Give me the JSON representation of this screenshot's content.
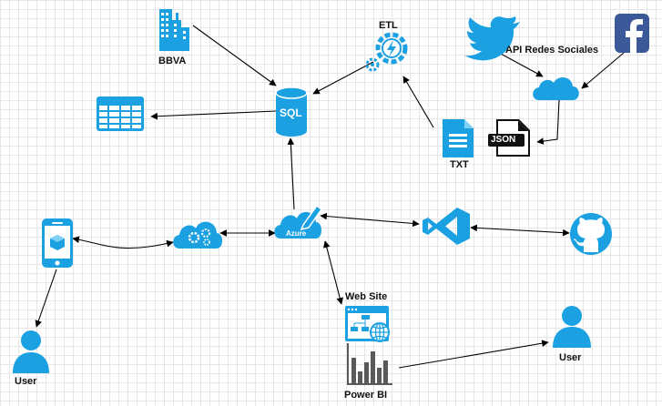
{
  "labels": {
    "bbva": "BBVA",
    "etl": "ETL",
    "api": "API Redes Sociales",
    "sql": "SQL",
    "json": "JSON",
    "txt": "TXT",
    "azure": "Azure",
    "website": "Web Site",
    "powerbi": "Power BI",
    "user_left": "User",
    "user_right": "User"
  },
  "colors": {
    "accent": "#1ba1e2",
    "accent_dark": "#0b7ec4",
    "edge": "#000000",
    "bi_gray": "#5a5a5a"
  },
  "icons": [
    "building-icon",
    "sql-database-icon",
    "etl-gear-icon",
    "twitter-icon",
    "facebook-icon",
    "cloud-icon",
    "table-icon",
    "txt-file-icon",
    "json-file-icon",
    "mobile-app-icon",
    "cloud-services-icon",
    "azure-cloud-icon",
    "visual-studio-icon",
    "github-icon",
    "website-icon",
    "power-bi-icon",
    "user-icon"
  ]
}
